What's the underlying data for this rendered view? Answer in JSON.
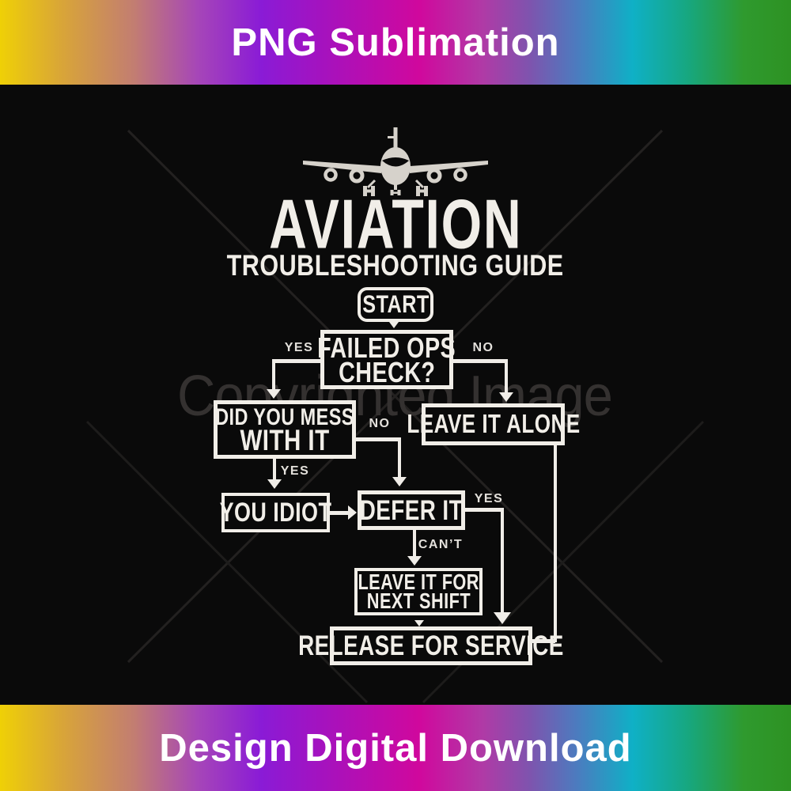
{
  "product_banner_top": {
    "label": "PNG Sublimation"
  },
  "product_banner_bottom": {
    "label": "Design Digital Download"
  },
  "artwork": {
    "icon": "airplane-front-silhouette",
    "title": "AVIATION",
    "subtitle": "TROUBLESHOOTING GUIDE",
    "watermark_text": "Copyrighted Image",
    "flowchart": {
      "start": {
        "label": "START"
      },
      "failed_ops": {
        "line1": "FAILED OPS",
        "line2": "CHECK?"
      },
      "mess": {
        "line1": "DID YOU MESS",
        "line2": "WITH IT"
      },
      "leave_alone": {
        "label": "LEAVE IT ALONE"
      },
      "you_idiot": {
        "label": "YOU IDIOT"
      },
      "defer_it": {
        "label": "DEFER IT"
      },
      "next_shift": {
        "line1": "LEAVE IT FOR",
        "line2": "NEXT SHIFT"
      },
      "release": {
        "label": "RELEASE FOR SERVICE"
      },
      "edge_labels": {
        "failed_yes": "YES",
        "failed_no": "NO",
        "mess_yes": "YES",
        "mess_no": "NO",
        "defer_yes": "YES",
        "defer_cant": "CAN’T"
      }
    }
  },
  "colors": {
    "background": "#0a0a0a",
    "print_white": "#f1eee8",
    "watermark_gray": "#343130",
    "banner_text": "#ffffff",
    "banner_gradient": [
      "#efd006",
      "#d8a439",
      "#c27d72",
      "#a646b8",
      "#8a1bd6",
      "#a911bb",
      "#d0089d",
      "#b03aa6",
      "#7e54ae",
      "#4b7cbf",
      "#0fb0c6",
      "#17a77f",
      "#2f9a2e",
      "#2d9223"
    ]
  }
}
